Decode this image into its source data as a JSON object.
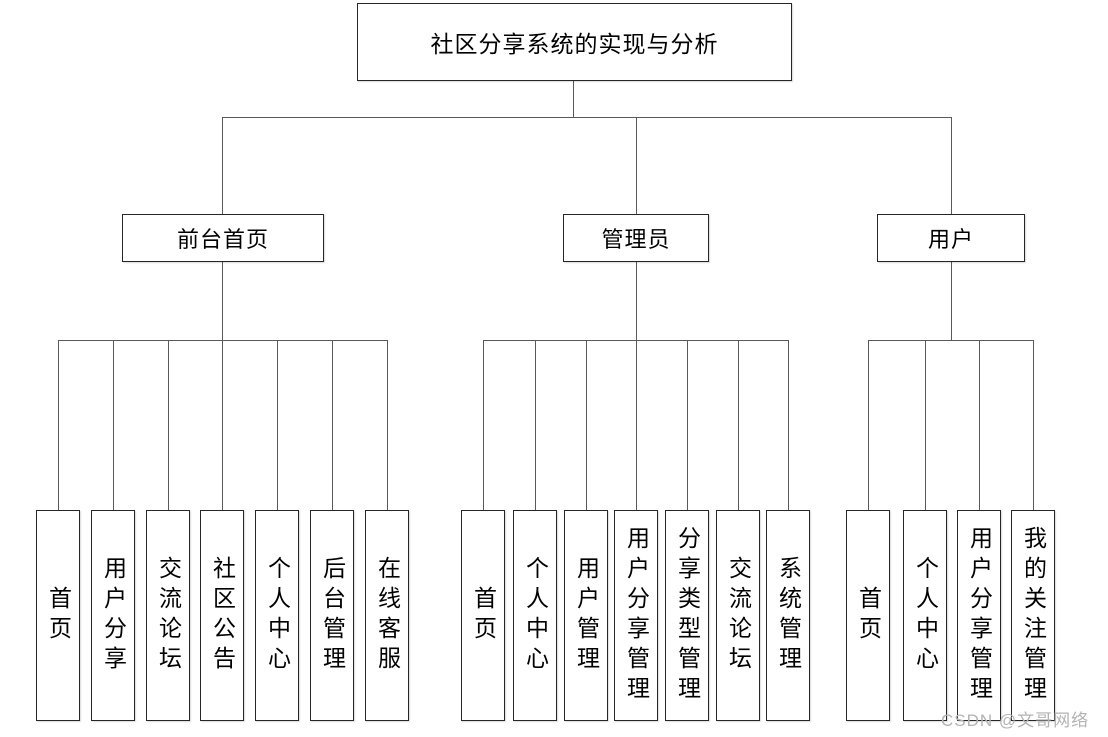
{
  "page": {
    "background_color": "#ffffff",
    "line_color": "#595959",
    "box_border_color": "#262626",
    "text_color": "#000000"
  },
  "chart": {
    "root": {
      "label": "社区分享系统的实现与分析"
    },
    "branches": [
      {
        "label": "前台首页",
        "children": [
          "首页",
          "用户分享",
          "交流论坛",
          "社区公告",
          "个人中心",
          "后台管理",
          "在线客服"
        ]
      },
      {
        "label": "管理员",
        "children": [
          "首页",
          "个人中心",
          "用户管理",
          "用户分享管理",
          "分享类型管理",
          "交流论坛",
          "系统管理"
        ]
      },
      {
        "label": "用户",
        "children": [
          "首页",
          "个人中心",
          "用户分享管理",
          "我的关注管理"
        ]
      }
    ]
  },
  "watermark": {
    "text": "CSDN @文哥网络",
    "color": "#b3b3b3"
  }
}
